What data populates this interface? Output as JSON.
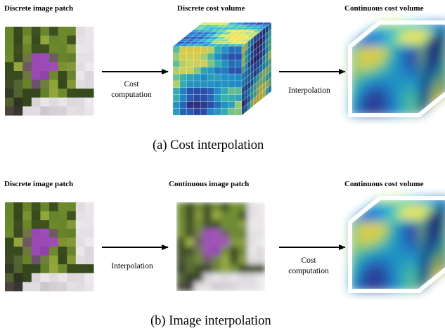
{
  "panel_a": {
    "label_image": "Discrete image patch",
    "label_cost_discrete": "Discrete cost volume",
    "label_cost_continuous": "Continuous cost volume",
    "arrow1_label": [
      "Cost",
      "computation"
    ],
    "arrow2_label": "Interpolation",
    "caption": "(a) Cost interpolation"
  },
  "panel_b": {
    "label_image": "Discrete image patch",
    "label_image_continuous": "Continuous image patch",
    "label_cost_continuous": "Continuous cost volume",
    "arrow1_label": "Interpolation",
    "arrow2_label": [
      "Cost",
      "computation"
    ],
    "caption": "(b) Image interpolation"
  },
  "colors": {
    "background": "#ffffff",
    "text": "#000000",
    "flower": "#8e3aa8",
    "leaves": "#6f8f2c",
    "cost_low": "#2a3c8c",
    "cost_mid": "#2ea59a",
    "cost_high": "#d8d247"
  }
}
